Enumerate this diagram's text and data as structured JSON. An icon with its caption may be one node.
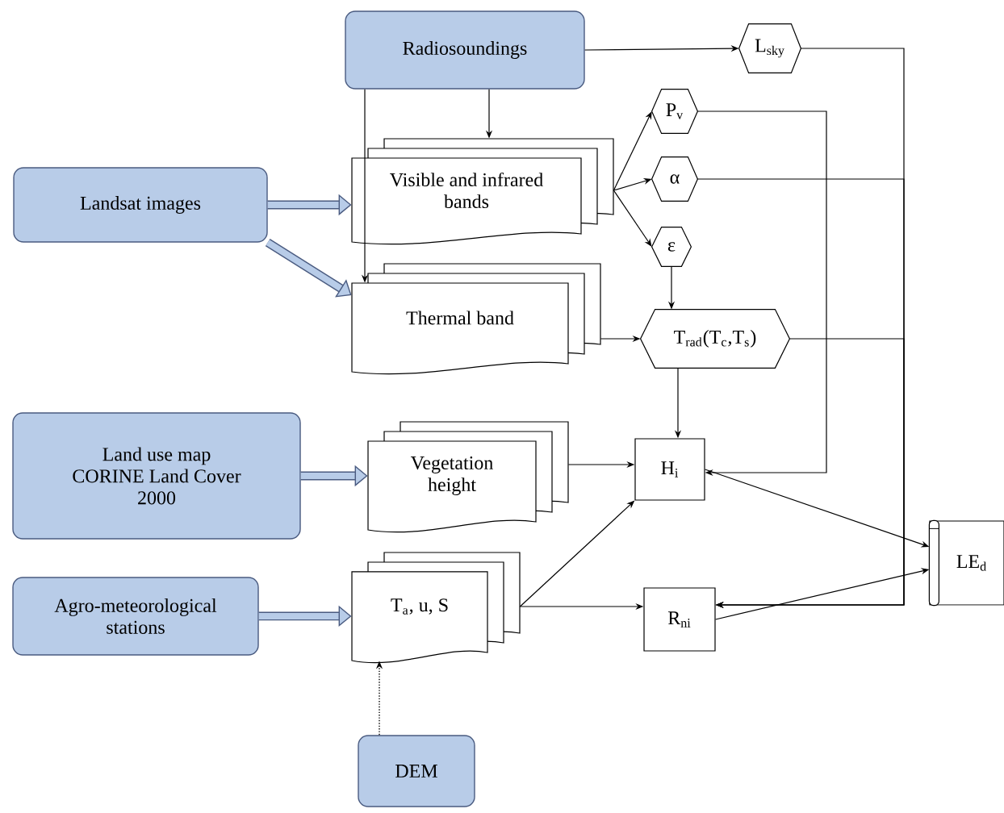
{
  "diagram": {
    "nodes": [
      {
        "text": [
          "Radiosoundings"
        ]
      },
      {
        "text": [
          "Landsat images"
        ]
      },
      {
        "text": [
          "Visible and infrared bands"
        ]
      },
      {
        "text": [
          "Thermal band"
        ]
      },
      {
        "text": [
          "L$_{sky}$"
        ]
      },
      {
        "text": [
          "P$_{v}$"
        ]
      },
      {
        "text": [
          "α"
        ]
      },
      {
        "text": [
          "ε"
        ]
      },
      {
        "text": [
          "T$_{rad}$(T$_{c}$,T$_{s}$)"
        ]
      },
      {
        "text": [
          "Land use map CORINE Land Cover 2000"
        ]
      },
      {
        "text": [
          "Vegetation height"
        ]
      },
      {
        "text": [
          "H$_{i}$"
        ]
      },
      {
        "text": [
          "Agro-meteorological stations"
        ]
      },
      {
        "text": [
          "T$_{a}$, u, S"
        ]
      },
      {
        "text": [
          "R$_{ni}$"
        ]
      },
      {
        "text": [
          "LE$_{d}$"
        ]
      },
      {
        "text": [
          "DEM"
        ]
      }
    ],
    "edges": [
      {
        "from": 0,
        "to": 4,
        "arrow": "to"
      },
      {
        "from": 0,
        "to": 2,
        "arrow": "to"
      },
      {
        "from": 0,
        "to": 3,
        "arrow": "to"
      },
      {
        "from": 1,
        "to": 2,
        "arrow": "to",
        "style": "thick",
        "color": "#4a5b80"
      },
      {
        "from": 1,
        "to": 3,
        "arrow": "to",
        "style": "thick",
        "color": "#4a5b80"
      },
      {
        "from": 2,
        "to": 5,
        "arrow": "to"
      },
      {
        "from": 2,
        "to": 6,
        "arrow": "to"
      },
      {
        "from": 2,
        "to": 7,
        "arrow": "to"
      },
      {
        "from": 3,
        "to": 8,
        "arrow": "to"
      },
      {
        "from": 7,
        "to": 8,
        "arrow": "to"
      },
      {
        "from": 4,
        "to": 14,
        "arrow": "to"
      },
      {
        "from": 6,
        "to": 14,
        "arrow": "to"
      },
      {
        "from": 8,
        "to": 14,
        "arrow": "to"
      },
      {
        "from": 5,
        "to": 11,
        "arrow": "to"
      },
      {
        "from": 8,
        "to": 11,
        "arrow": "to"
      },
      {
        "from": 9,
        "to": 10,
        "arrow": "to",
        "style": "thick",
        "color": "#4a5b80"
      },
      {
        "from": 10,
        "to": 11,
        "arrow": "to"
      },
      {
        "from": 12,
        "to": 13,
        "arrow": "to",
        "style": "thick",
        "color": "#4a5b80"
      },
      {
        "from": 13,
        "to": 11,
        "arrow": "to"
      },
      {
        "from": 13,
        "to": 14,
        "arrow": "to"
      },
      {
        "from": 16,
        "to": 13,
        "arrow": "to",
        "style": "dashed"
      },
      {
        "from": 11,
        "to": 15,
        "arrow": "to"
      },
      {
        "from": 14,
        "to": 15,
        "arrow": "to"
      }
    ]
  }
}
